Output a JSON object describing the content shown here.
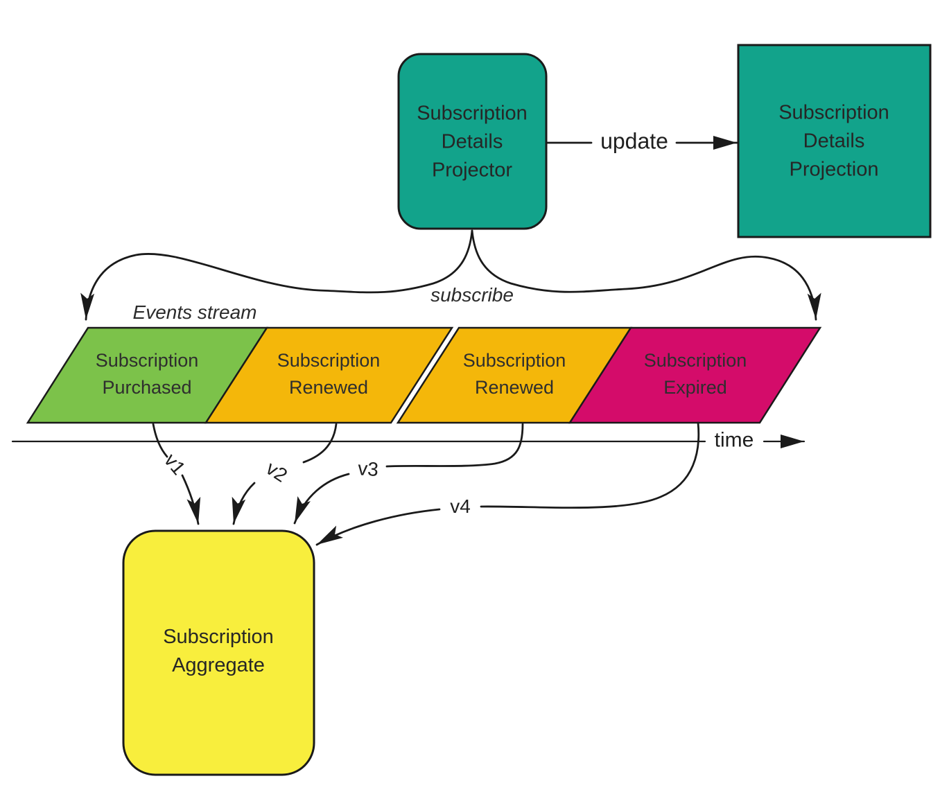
{
  "boxes": {
    "projector": {
      "label": "Subscription\nDetails\nProjector",
      "fill": "#12A38B"
    },
    "projection": {
      "label": "Subscription\nDetails\nProjection",
      "fill": "#12A38B"
    },
    "aggregate": {
      "label": "Subscription\nAggregate",
      "fill": "#F8EE3D"
    }
  },
  "stream": {
    "caption": "Events stream",
    "subscribe_label": "subscribe",
    "events": [
      {
        "label": "Subscription\nPurchased",
        "fill": "#7CC24A",
        "version": "v1"
      },
      {
        "label": "Subscription\nRenewed",
        "fill": "#F4B70A",
        "version": "v2"
      },
      {
        "label": "Subscription\nRenewed",
        "fill": "#F4B70A",
        "version": "v3"
      },
      {
        "label": "Subscription\nExpired",
        "fill": "#D40C6A",
        "version": "v4"
      }
    ]
  },
  "connections": {
    "update_label": "update",
    "time_label": "time"
  },
  "colors": {
    "stroke": "#1A1A1A",
    "text": "#2E2E2E",
    "background": "#FFFFFF"
  }
}
